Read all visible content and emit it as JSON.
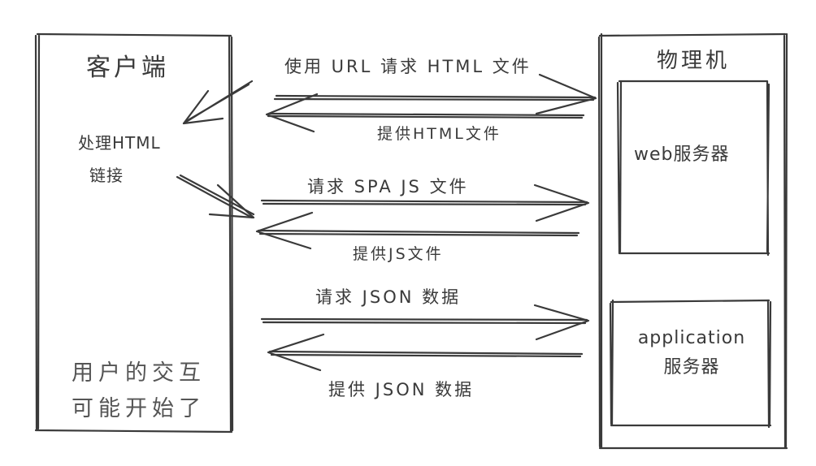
{
  "client": {
    "title": "客户端",
    "note_line1": "处理HTML",
    "note_line2": "链接",
    "footer_line1": "用户的交互",
    "footer_line2": "可能开始了"
  },
  "machine": {
    "title": "物理机",
    "web_server": "web服务器",
    "app_server_line1": "application",
    "app_server_line2": "服务器"
  },
  "messages": {
    "req_html": "使用 URL 请求 HTML 文件",
    "resp_html": "提供HTML文件",
    "req_js": "请求 SPA JS 文件",
    "resp_js": "提供JS文件",
    "req_json": "请求 JSON 数据",
    "resp_json": "提供 JSON 数据"
  },
  "colors": {
    "stroke": "#3a3a3a",
    "background": "#ffffff"
  }
}
